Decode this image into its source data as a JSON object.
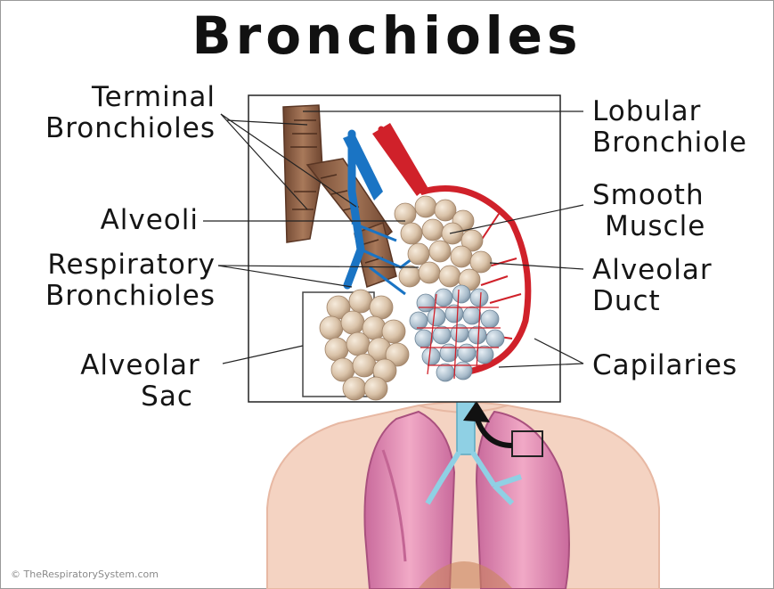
{
  "title": "Bronchioles",
  "labels": {
    "terminal_bronchioles": [
      "Terminal",
      "Bronchioles"
    ],
    "alveoli": "Alveoli",
    "respiratory_bronchioles": [
      "Respiratory",
      "Bronchioles"
    ],
    "alveolar_sac": [
      "Alveolar",
      "Sac"
    ],
    "lobular_bronchiole": [
      "Lobular",
      "Bronchiole"
    ],
    "smooth_muscle": [
      "Smooth",
      "Muscle"
    ],
    "alveolar_duct": [
      "Alveolar",
      "Duct"
    ],
    "capilaries": "Capilaries"
  },
  "credit": "© TheRespiratorySystem.com",
  "colors": {
    "bronchiole": "#8a5a3e",
    "alveoli": "#d9c2a8",
    "artery": "#d0212a",
    "vein": "#1a74c4",
    "lung": "#e79ab8",
    "skin": "#f4d3c2",
    "trachea": "#8fd0e4"
  }
}
